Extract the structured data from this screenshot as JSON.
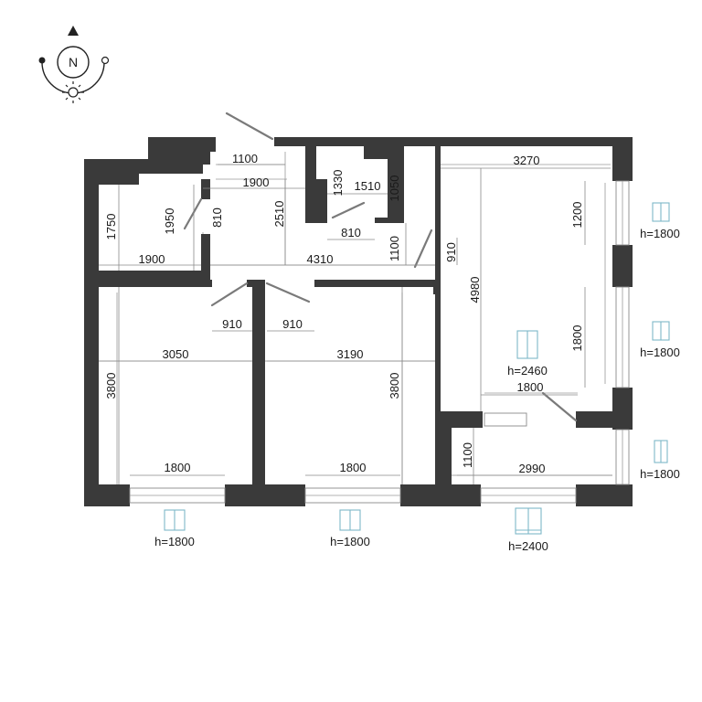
{
  "compass": {
    "label": "N"
  },
  "dimensions": {
    "d1100_top": "1100",
    "d1900_hall": "1900",
    "d1330": "1330",
    "d1510": "1510",
    "d1050": "1050",
    "d3270": "3270",
    "d1200": "1200",
    "d1750": "1750",
    "d1950": "1950",
    "d810_left": "810",
    "d2510": "2510",
    "d810_bath": "810",
    "d1100_hall": "1100",
    "d910_hall": "910",
    "d4980": "4980",
    "d1900_left": "1900",
    "d4310": "4310",
    "d910_left": "910",
    "d910_mid": "910",
    "d1800_living": "1800",
    "d3050": "3050",
    "d3190": "3190",
    "d3800_left": "3800",
    "d3800_mid": "3800",
    "d1800_kitchen": "1800",
    "d1800_bed1": "1800",
    "d1800_bed2": "1800",
    "d1100_kitchen": "1100",
    "d2990": "2990"
  },
  "window_heights": {
    "right_top": "h=1800",
    "right_mid": "h=1800",
    "right_bottom": "h=1800",
    "center_door": "h=2460",
    "bottom_left": "h=1800",
    "bottom_mid": "h=1800",
    "bottom_right": "h=2400"
  },
  "colors": {
    "wall": "#3a3a3a",
    "icon": "#7eb8c8",
    "dimension_line": "#8a8a8a"
  }
}
